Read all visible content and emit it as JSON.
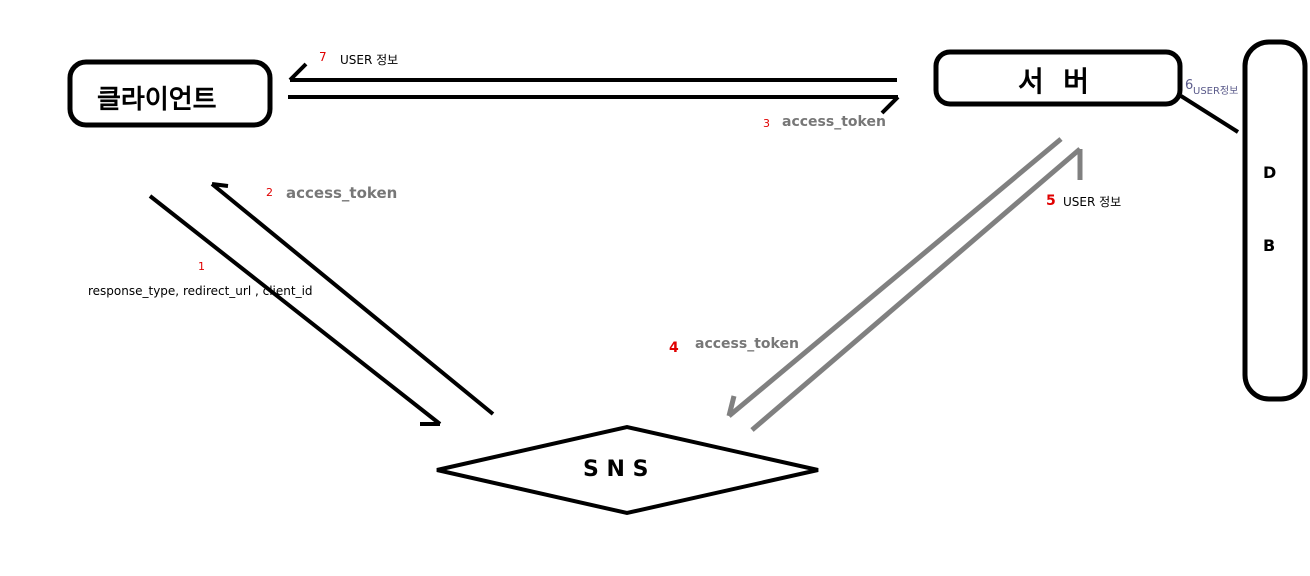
{
  "nodes": {
    "client": "클라이언트",
    "server": "서  버",
    "sns": "S N S",
    "db_line1": "D",
    "db_line2": "B"
  },
  "steps": {
    "s1": {
      "num": "1",
      "text": "response_type, redirect_url , client_id"
    },
    "s2": {
      "num": "2",
      "text": "access_token"
    },
    "s3": {
      "num": "3",
      "text": "access_token"
    },
    "s4": {
      "num": "4",
      "text": "access_token"
    },
    "s5": {
      "num": "5",
      "text": "USER 정보"
    },
    "s6": {
      "num": "6",
      "text": "USER정보"
    },
    "s7": {
      "num": "7",
      "text": "USER 정보"
    }
  },
  "colors": {
    "black_stroke": "#000000",
    "gray_stroke": "#808080",
    "step_number": "#e00000",
    "gray_text": "#777777",
    "step6_text": "#5a5a8a"
  }
}
